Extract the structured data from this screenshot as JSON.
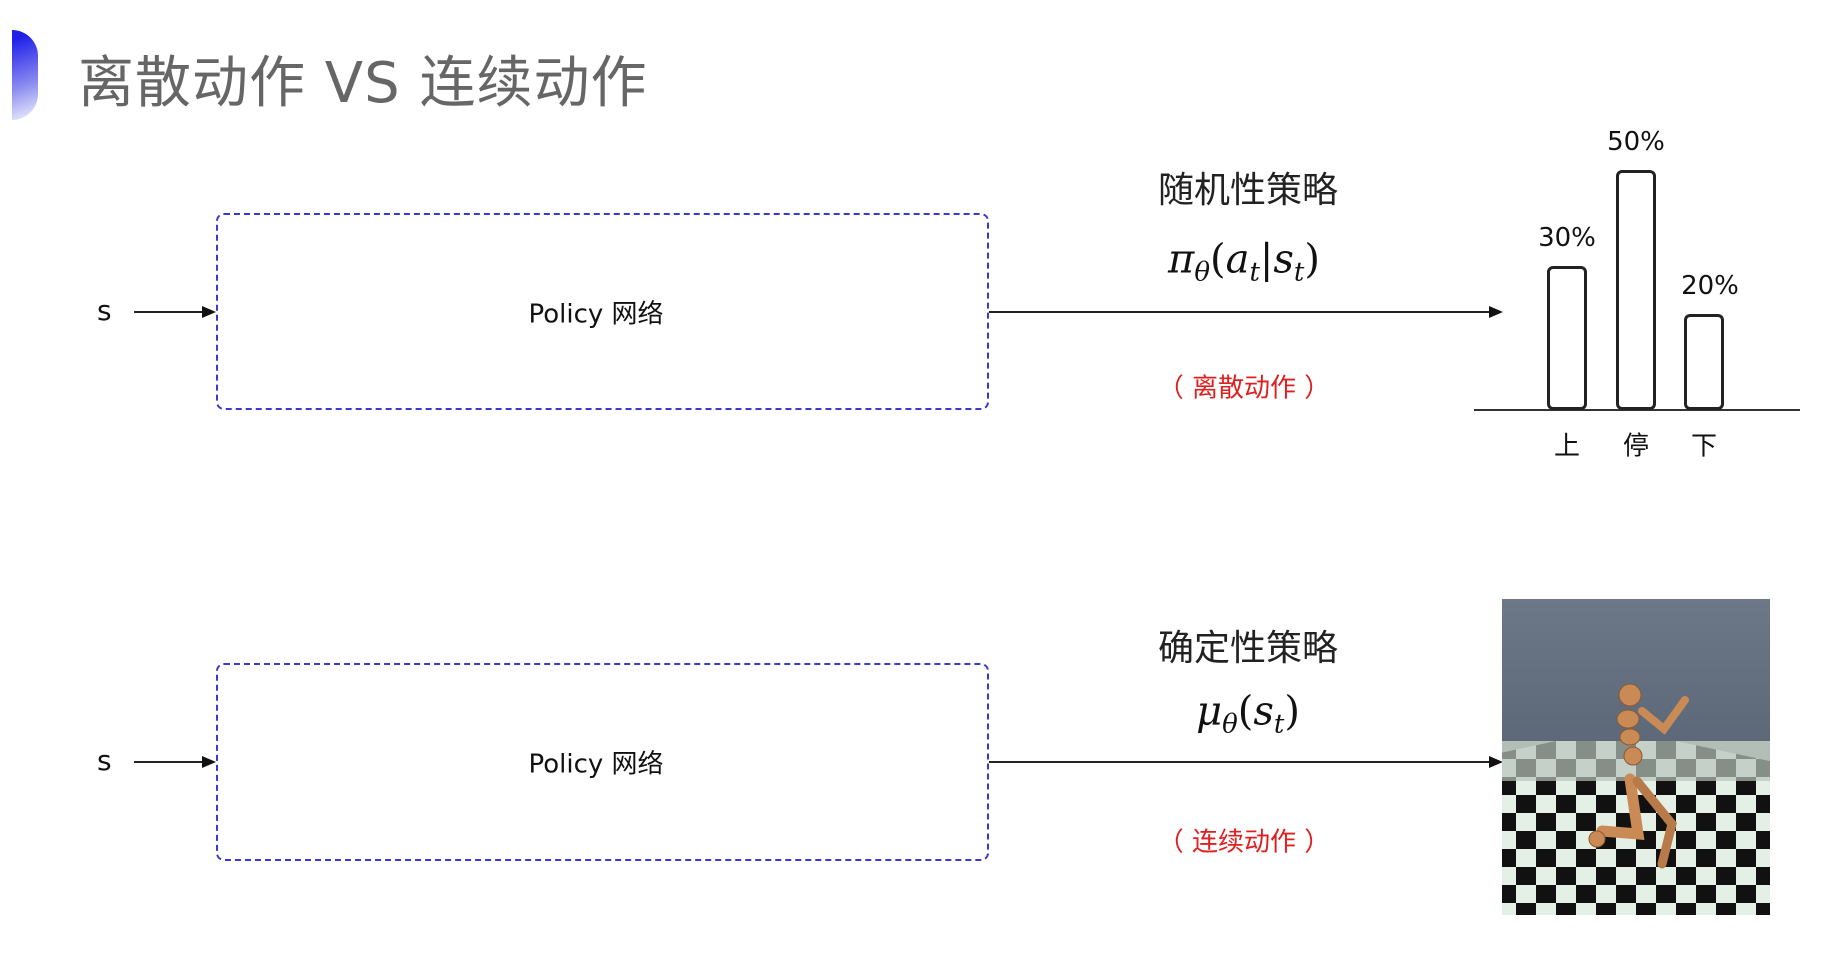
{
  "title": "离散动作 VS 连续动作",
  "accent_color": "#2020e8",
  "dashed_box_color": "#3a3acc",
  "note_color": "#e02020",
  "top_row": {
    "input_label": "s",
    "box_label": "Policy 网络",
    "heading": "随机性策略",
    "formula": {
      "symbol": "π",
      "symbol_sub": "θ",
      "open": "(",
      "a": "a",
      "a_sub": "t",
      "bar": "|",
      "s": "s",
      "s_sub": "t",
      "close": ")"
    },
    "note": "（ 离散动作 ）"
  },
  "bottom_row": {
    "input_label": "s",
    "box_label": "Policy 网络",
    "heading": "确定性策略",
    "formula": {
      "symbol": "μ",
      "symbol_sub": "θ",
      "open": "(",
      "s": "s",
      "s_sub": "t",
      "close": ")"
    },
    "note": "（ 连续动作 ）",
    "image": "humanoid-walker-simulation"
  },
  "chart_data": {
    "type": "bar",
    "categories": [
      "上",
      "停",
      "下"
    ],
    "values": [
      30,
      50,
      20
    ],
    "data_labels": [
      "30%",
      "50%",
      "20%"
    ],
    "ylim": [
      0,
      60
    ],
    "grid": false
  }
}
